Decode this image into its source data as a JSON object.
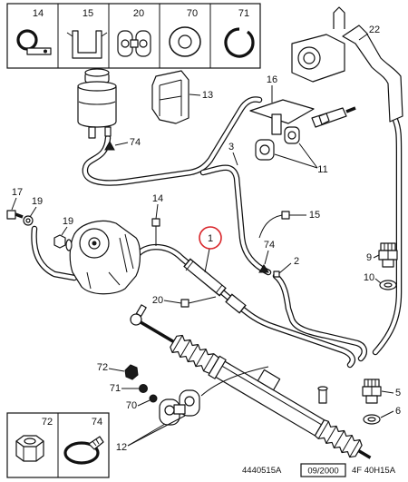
{
  "diagram": {
    "highlight_color": "#d9262b",
    "legend_top": [
      {
        "ref": "14",
        "icon": "p-clip-icon"
      },
      {
        "ref": "15",
        "icon": "pipe-clip-icon"
      },
      {
        "ref": "20",
        "icon": "double-grommet-icon"
      },
      {
        "ref": "70",
        "icon": "washer-icon"
      },
      {
        "ref": "71",
        "icon": "snap-ring-icon"
      }
    ],
    "legend_bottom": [
      {
        "ref": "72",
        "icon": "hex-nut-icon"
      },
      {
        "ref": "74",
        "icon": "hose-clamp-icon"
      }
    ],
    "callouts": [
      "22",
      "13",
      "74",
      "16",
      "3",
      "11",
      "17",
      "19",
      "19",
      "14",
      "1",
      "15",
      "74",
      "2",
      "9",
      "10",
      "20",
      "72",
      "71",
      "70",
      "5",
      "6",
      "12"
    ]
  },
  "footer": {
    "drawing_number": "4440515A",
    "date": "09/2000",
    "code": "4F 40H15A"
  }
}
